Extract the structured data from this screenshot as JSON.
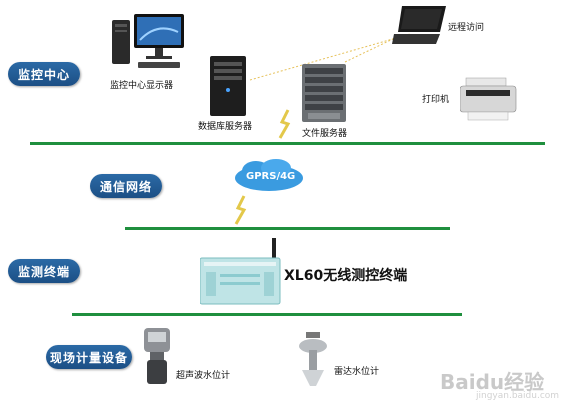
{
  "layers": {
    "monitor_center": "监控中心",
    "comm_network": "通信网络",
    "monitor_terminal": "监测终端",
    "field_devices": "现场计量设备"
  },
  "devices": {
    "display": "监控中心显示器",
    "db_server": "数据库服务器",
    "file_server": "文件服务器",
    "remote_access": "远程访问",
    "printer": "打印机",
    "network": "GPRS/4G",
    "terminal": "XL60无线测控终端",
    "ultrasonic": "超声波水位计",
    "radar": "雷达水位计"
  },
  "watermark": {
    "brand": "Baidu经验",
    "url": "jingyan.baidu.com"
  },
  "colors": {
    "pill": "#1c4f85",
    "divider": "#1f8f3e",
    "cloud": "#3a9be0"
  }
}
